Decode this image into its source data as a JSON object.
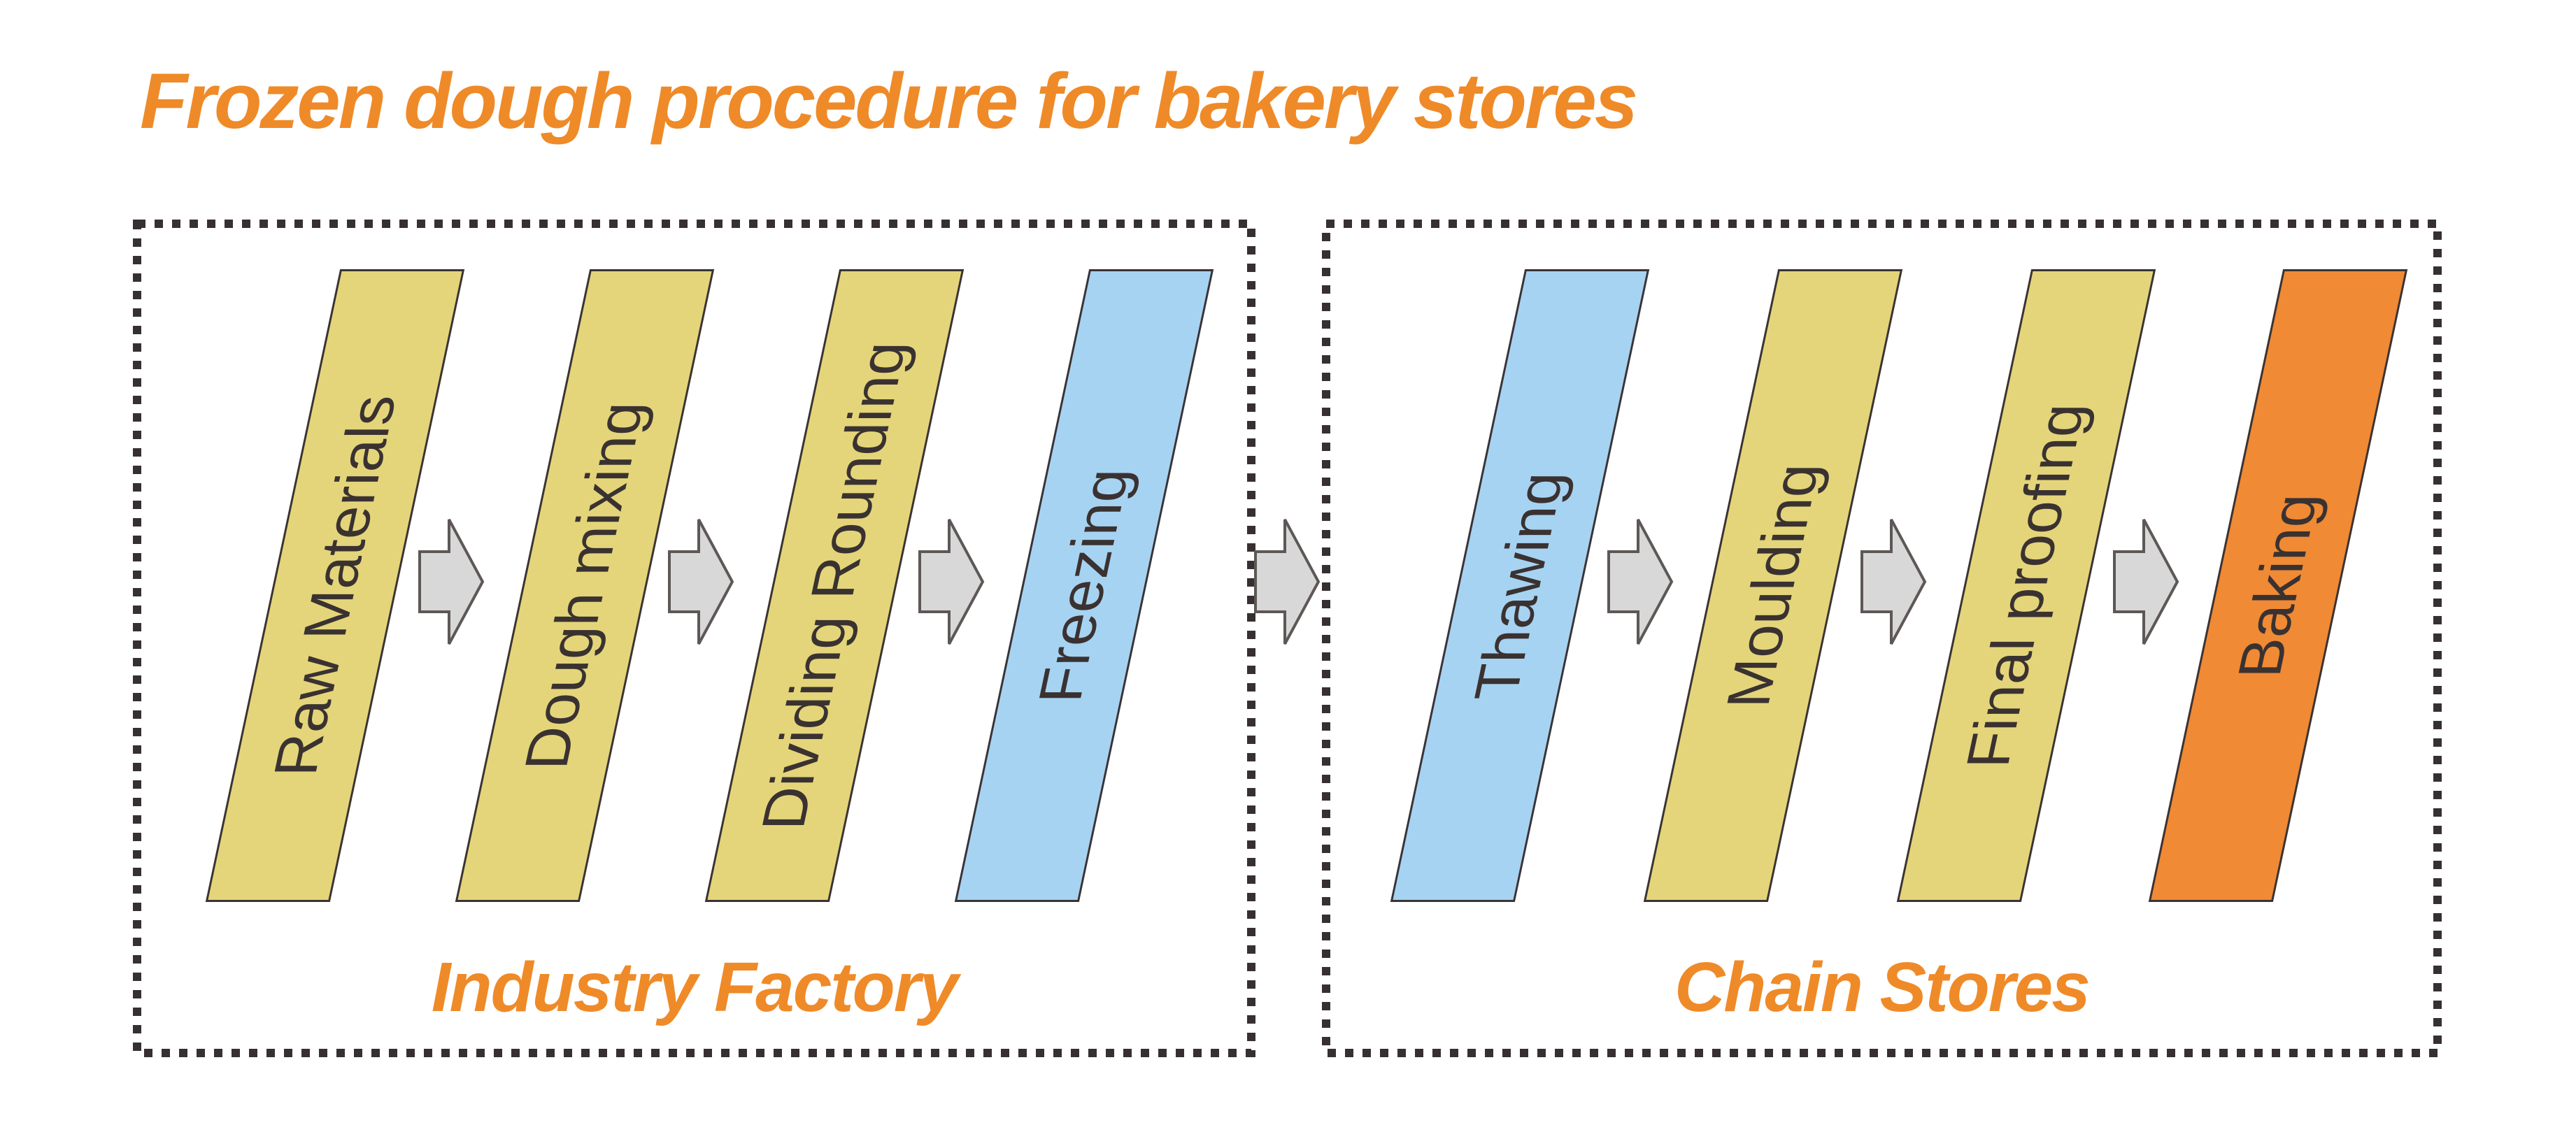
{
  "title": "Frozen dough procedure for bakery stores",
  "colors": {
    "accent_orange": "#EF8A28",
    "bar_yellow": "#E4D57A",
    "bar_blue": "#A7D3F2",
    "bar_orange": "#F08A35",
    "bar_outline": "#3A3335",
    "bar_text": "#3A3231",
    "arrow_fill": "#D8D8D8",
    "arrow_outline": "#5D5856",
    "box_border": "#373030",
    "bg": "#FFFFFF"
  },
  "boxes": [
    {
      "label": "Industry Factory",
      "steps": [
        {
          "label": "Raw Materials",
          "color": "yellow"
        },
        {
          "label": "Dough mixing",
          "color": "yellow"
        },
        {
          "label": "Dividing Rounding",
          "color": "yellow"
        },
        {
          "label": "Freezing",
          "color": "blue"
        }
      ]
    },
    {
      "label": "Chain Stores",
      "steps": [
        {
          "label": "Thawing",
          "color": "blue"
        },
        {
          "label": "Moulding",
          "color": "yellow"
        },
        {
          "label": "Final proofing",
          "color": "yellow"
        },
        {
          "label": "Baking",
          "color": "orange"
        }
      ]
    }
  ],
  "flow": {
    "direction": "left-to-right",
    "arrow_count": 7,
    "sequence": [
      "Raw Materials",
      "Dough mixing",
      "Dividing Rounding",
      "Freezing",
      "Thawing",
      "Moulding",
      "Final proofing",
      "Baking"
    ]
  }
}
